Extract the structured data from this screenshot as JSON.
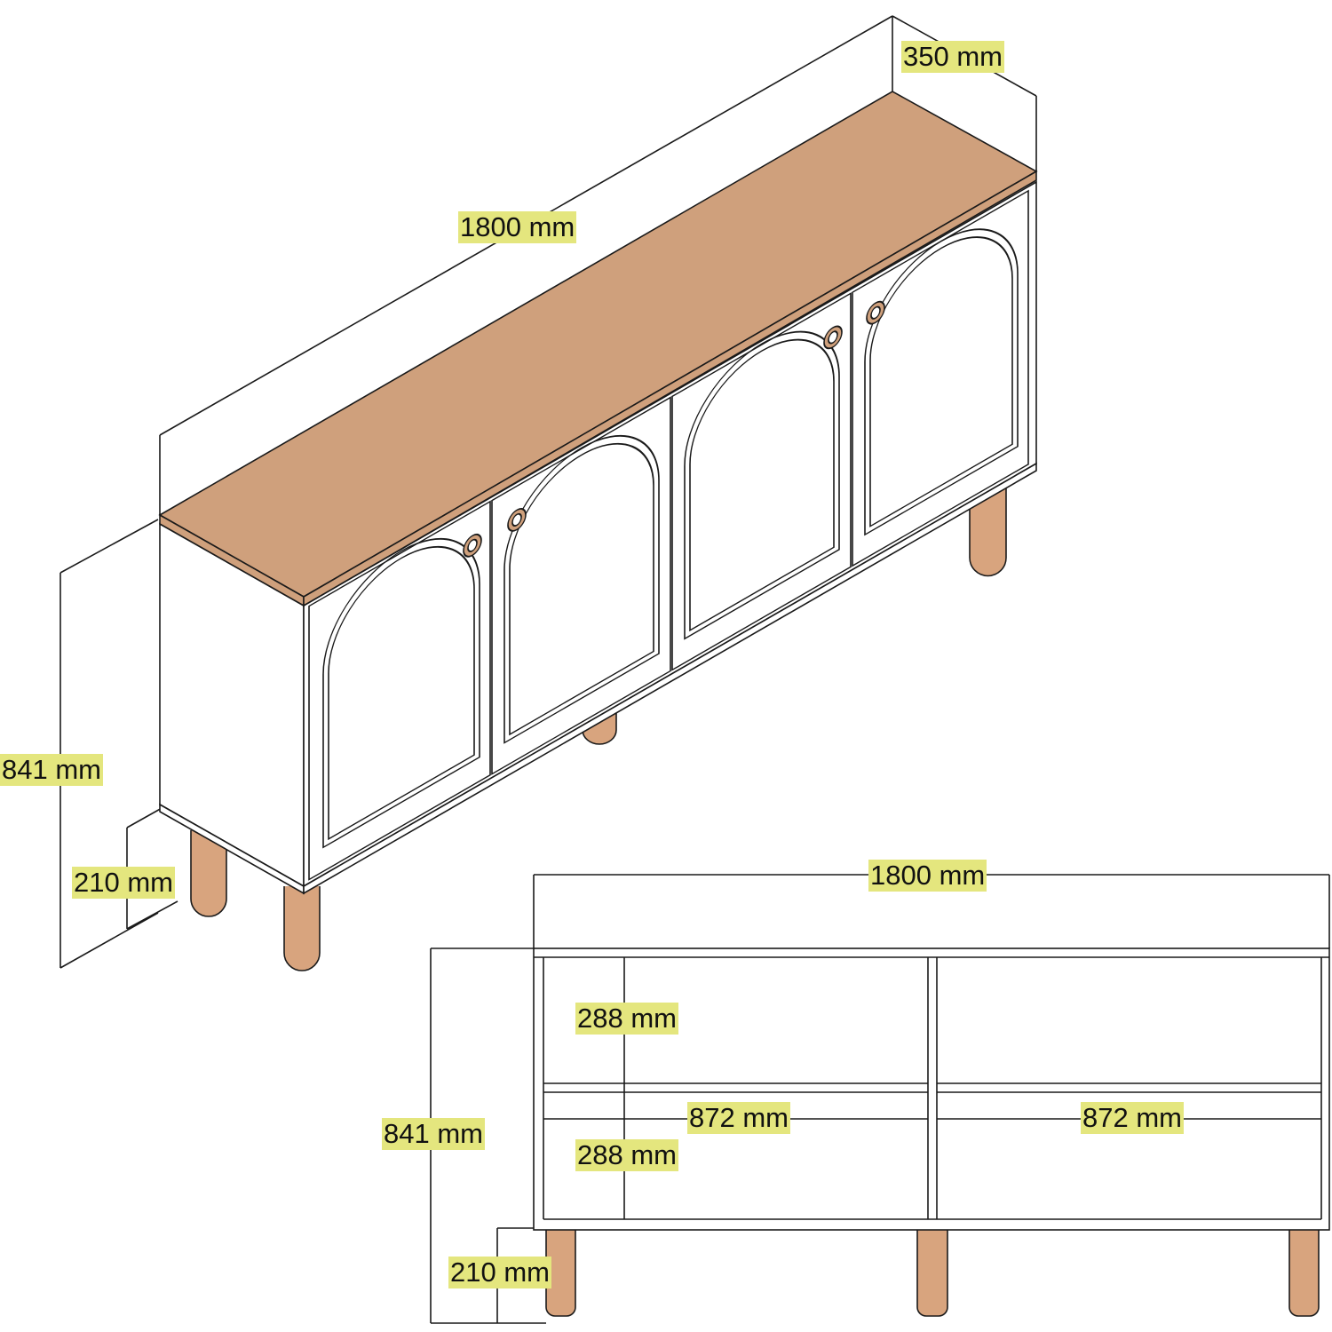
{
  "colors": {
    "top": "#cfa07c",
    "leg": "#d8a47e",
    "highlight": "#e4e67e",
    "line": "#1a1a1a"
  },
  "iso_view": {
    "length": "1800 mm",
    "depth": "350 mm",
    "height": "841 mm",
    "leg_height": "210 mm"
  },
  "front_view": {
    "length": "1800 mm",
    "height": "841 mm",
    "leg_height": "210 mm",
    "shelf_top": "288 mm",
    "shelf_bottom": "288 mm",
    "compartment_left": "872 mm",
    "compartment_right": "872 mm"
  }
}
